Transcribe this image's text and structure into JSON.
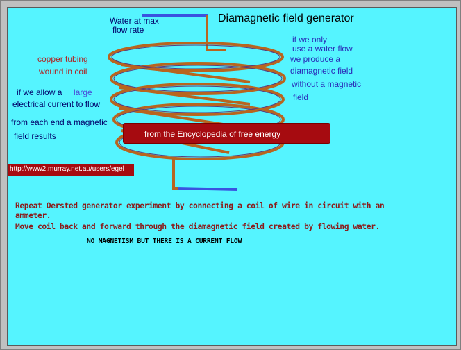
{
  "title": "Diamagnetic field generator",
  "labels": {
    "water_max_1": "Water at max",
    "water_max_2": "flow rate",
    "copper_1": "copper tubing",
    "copper_2": "wound  in coil",
    "allow_1": "if we allow a",
    "allow_large": "large",
    "allow_2": "electrical current to flow",
    "end_1": "from each end a magnetic",
    "end_2": "field results",
    "only_1": "if  we only",
    "only_2": "use a water flow",
    "only_3": "we produce  a",
    "only_4": "diamagnetic  field",
    "only_5": "without  a magnetic",
    "only_6": "field"
  },
  "banner": "from  the Encyclopedia of free energy",
  "url": "http://www2.murray.net.au/users/egel",
  "paragraph": {
    "line1": "Repeat Oersted generator experiment by connecting a coil of wire in circuit with an",
    "line2": "ammeter.",
    "line3": "Move coil back and forward through the diamagnetic field created by flowing water."
  },
  "caps_line": "NO MAGNETISM BUT THERE IS A CURRENT FLOW",
  "colors": {
    "background": "#55f4ff",
    "coil": "#b8651f",
    "pipe": "#3a52e0",
    "banner": "#a60b10"
  }
}
